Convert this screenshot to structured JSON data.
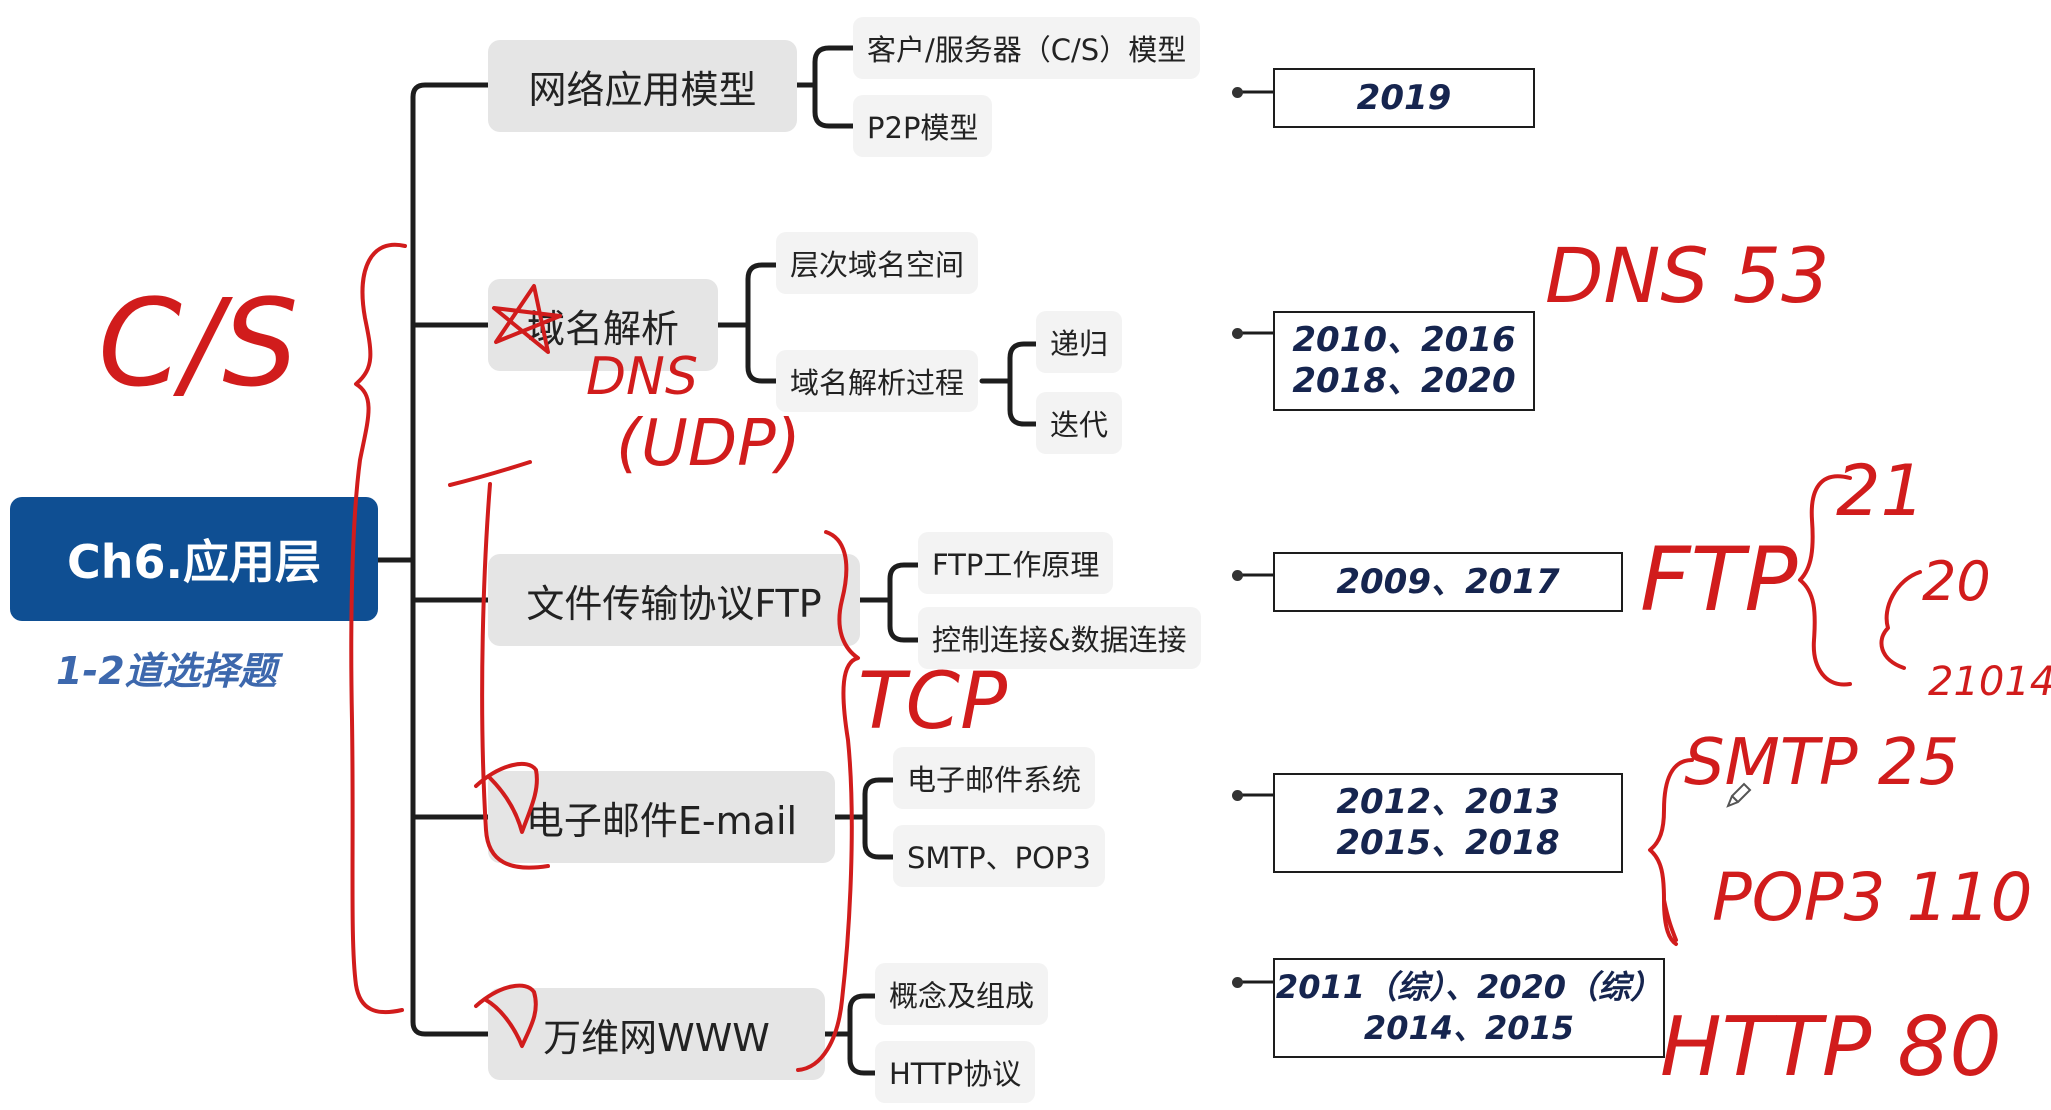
{
  "root": {
    "title": "Ch6.应用层",
    "subtitle": "1-2道选择题"
  },
  "topics": [
    {
      "label": "网络应用模型",
      "leaves": [
        "客户/服务器（C/S）模型",
        "P2P模型"
      ],
      "years": [
        "2019"
      ]
    },
    {
      "label": "域名解析",
      "leaves": [
        "层次域名空间",
        "域名解析过程"
      ],
      "subleaves": [
        "递归",
        "迭代"
      ],
      "years": [
        "2010、2016",
        "2018、2020"
      ]
    },
    {
      "label": "文件传输协议FTP",
      "leaves": [
        "FTP工作原理",
        "控制连接&数据连接"
      ],
      "years": [
        "2009、2017"
      ]
    },
    {
      "label": "电子邮件E-mail",
      "leaves": [
        "电子邮件系统",
        "SMTP、POP3"
      ],
      "years": [
        "2012、2013",
        "2015、2018"
      ]
    },
    {
      "label": "万维网WWW",
      "leaves": [
        "概念及组成",
        "HTTP协议"
      ],
      "years": [
        "2011（综）、2020（综）",
        "2014、2015"
      ]
    }
  ],
  "annotations": {
    "cs": "C/S",
    "dns": "DNS",
    "udp": "(UDP)",
    "tcp": "TCP",
    "dns_port": "DNS 53",
    "ftp": "FTP",
    "ftp_21": "21",
    "ftp_20": "20",
    "ftp_note": "21014",
    "smtp": "SMTP 25",
    "pop3": "POP3 110",
    "http": "HTTP 80"
  },
  "colors": {
    "root": "#0f4f93",
    "subtitle": "#3d68ad",
    "ink": "#d11c1c",
    "connector": "#1d1d1d"
  }
}
